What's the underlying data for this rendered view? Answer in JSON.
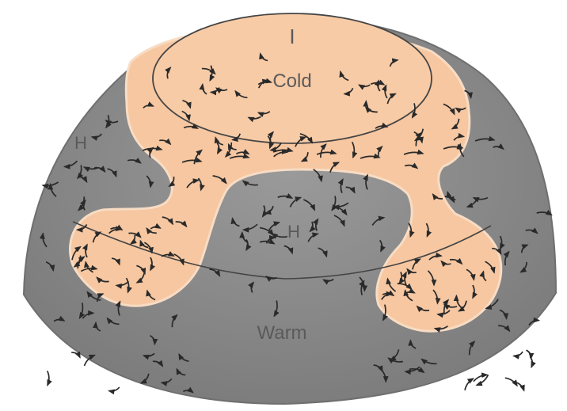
{
  "labels": {
    "pole_marker": "I",
    "cold": "Cold",
    "high_left": "H",
    "high_center": "H",
    "warm": "Warm"
  },
  "colors": {
    "warm_region": "#8c8c8c",
    "cold_air": "#f6c7a1",
    "arrow": "#2a2a2a",
    "background": "#ffffff"
  }
}
